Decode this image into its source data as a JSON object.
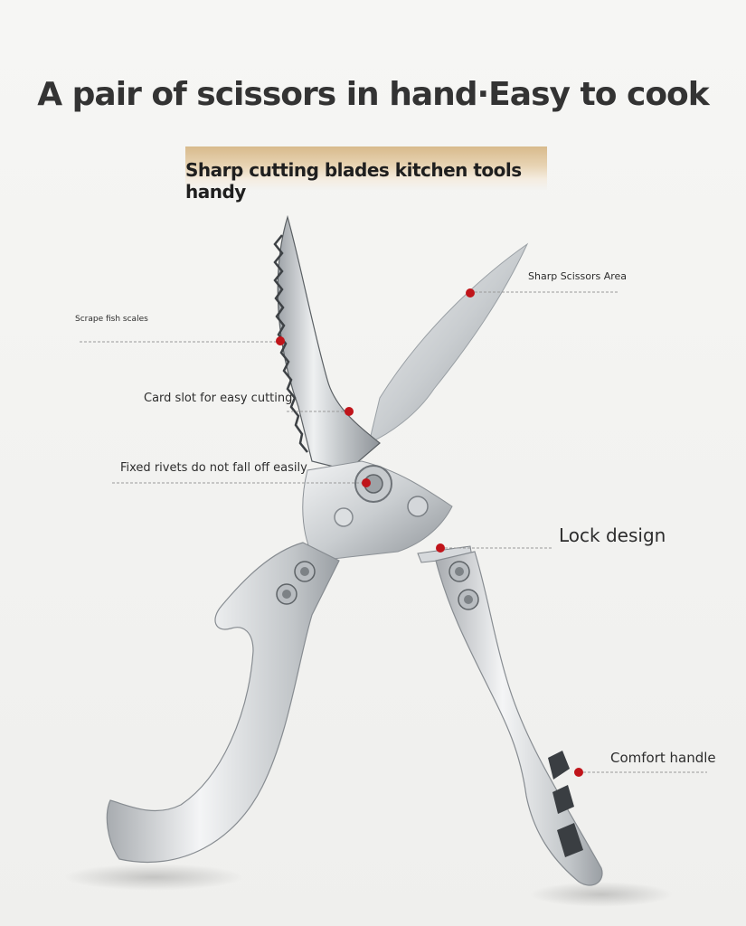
{
  "header": {
    "title": "A pair of scissors in hand·Easy to cook",
    "subtitle": "Sharp cutting blades kitchen tools handy"
  },
  "callouts": {
    "scrape": "Scrape fish scales",
    "sharp": "Sharp Scissors Area",
    "card_slot": "Card slot for easy cutting",
    "rivets": "Fixed rivets do not fall off easily",
    "lock": "Lock design",
    "comfort": "Comfort handle"
  },
  "colors": {
    "marker": "#c0141a",
    "ribbon": "#d8ba8c",
    "text": "#333333"
  }
}
